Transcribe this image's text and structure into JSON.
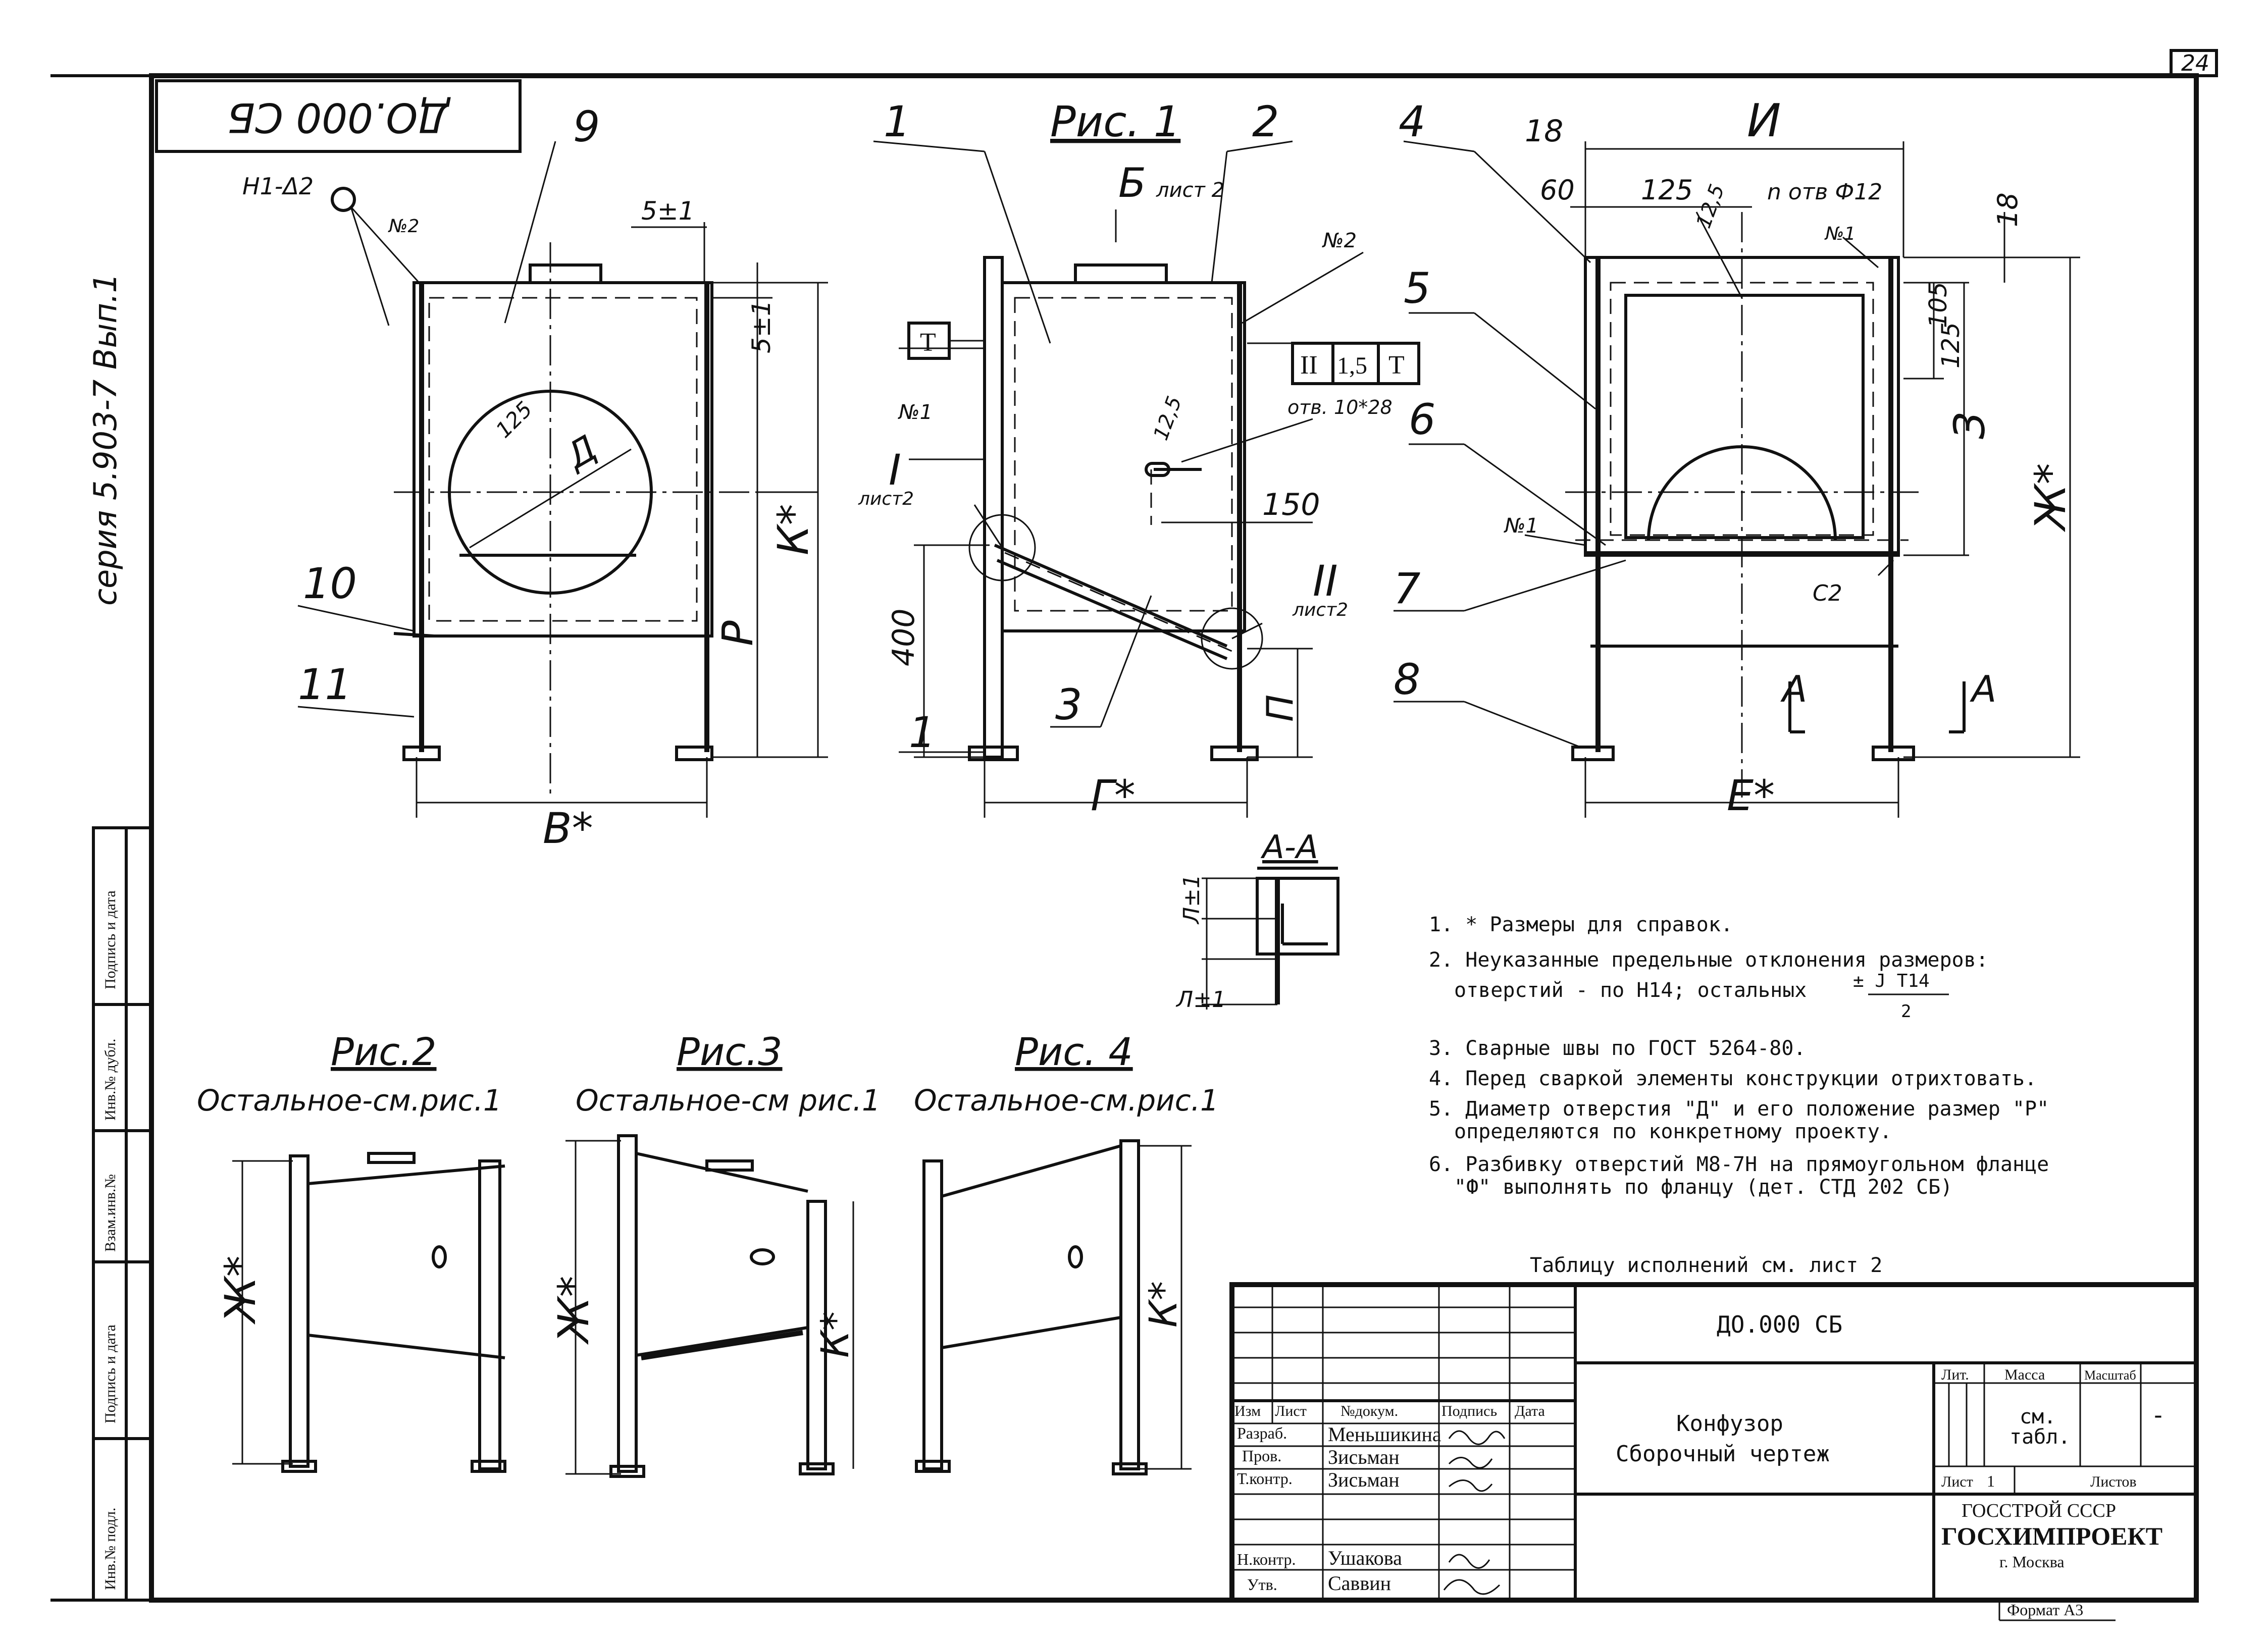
{
  "sheet_number": "24",
  "doc_code_stamp": "ДО.000 СБ",
  "series": "серия 5.903-7 Вып.1",
  "figures": {
    "fig1": {
      "title": "Рис. 1",
      "view_b": "Б",
      "view_b_sheet": "лист 2"
    },
    "fig2": {
      "title": "Рис.2",
      "note": "Остальное-см.рис.1"
    },
    "fig3": {
      "title": "Рис.3",
      "note": "Остальное-см рис.1"
    },
    "fig4": {
      "title": "Рис. 4",
      "note": "Остальное-см.рис.1"
    }
  },
  "callouts": [
    "1",
    "2",
    "3",
    "4",
    "5",
    "6",
    "7",
    "8",
    "9",
    "10",
    "11"
  ],
  "weld_marks": {
    "h1": "Н1-Δ2",
    "n2": "№2",
    "n1": "№1",
    "t": "T",
    "frame_a": "II",
    "frame_b": "1,5",
    "frame_c": "T",
    "c2": "С2"
  },
  "dimensions": {
    "fig1_left": {
      "tol5a": "5±1",
      "tol5b": "5±1",
      "k": "К*",
      "r": "Р",
      "v": "В*",
      "r125": "125",
      "d": "Д"
    },
    "fig1_mid": {
      "g": "Г*",
      "p": "П",
      "h400": "400",
      "d150": "150",
      "r12_5": "12,5",
      "hole": "отв. 10*28",
      "ref1": "I",
      "ref1_sheet": "лист2",
      "ref2": "II",
      "ref2_sheet": "лист2"
    },
    "fig1_right": {
      "i": "И",
      "d18a": "18",
      "d18b": "18",
      "d60": "60",
      "d125": "125",
      "r12_5": "12,5",
      "holes": "n отв Ф12",
      "d105": "105",
      "d125b": "125",
      "z": "З",
      "zh": "Ж*",
      "e": "Е*",
      "a": "А"
    },
    "section": {
      "title": "А-А",
      "tol1": "Л±1",
      "tol2": "Л±1"
    },
    "side": {
      "zh": "Ж*",
      "k": "К*"
    }
  },
  "notes": [
    "1. * Размеры для справок.",
    "2. Неуказанные предельные отклонения размеров:",
    "отверстий - по Н14; остальных",
    "± J T14",
    "2",
    "3. Сварные швы по ГОСТ 5264-80.",
    "4. Перед сваркой элементы конструкции отрихтовать.",
    "5. Диаметр отверстия \"Д\" и его положение размер \"Р\"",
    "определяются по конкретному проекту.",
    "6. Разбивку отверстий М8-7Н на прямоугольном фланце",
    "\"Ф\" выполнять по фланцу (дет. СТД 202 СБ)"
  ],
  "table_ref": "Таблицу исполнений см. лист 2",
  "title_block": {
    "doc_code": "ДО.000 СБ",
    "headers": [
      "Изм",
      "Лист",
      "№докум.",
      "Подпись",
      "Дата"
    ],
    "people": [
      {
        "role": "Разраб.",
        "name": "Меньшикина"
      },
      {
        "role": "Пров.",
        "name": "Зисьман"
      },
      {
        "role": "Т.контр.",
        "name": "Зисьман"
      },
      {
        "role": "Н.контр.",
        "name": "Ушакова"
      },
      {
        "role": "Утв.",
        "name": "Саввин"
      }
    ],
    "name_line1": "Конфузор",
    "name_line2": "Сборочный чертеж",
    "col_lit": "Лит.",
    "col_mass": "Масса",
    "col_scale": "Масштаб",
    "mass_value": "см.",
    "mass_value2": "табл.",
    "scale_value": "-",
    "sheet_label": "Лист",
    "sheet_no": "1",
    "sheets_label": "Листов",
    "org1": "ГОССТРОЙ СССР",
    "org2": "ГОСХИМПРОЕКТ",
    "city": "г. Москва",
    "format": "Формат А3"
  },
  "left_strip": {
    "labels": [
      "Подпись и дата",
      "Инв.№ дубл.",
      "Взам.инв.№",
      "Подпись и дата",
      "Инв.№ подл."
    ]
  }
}
